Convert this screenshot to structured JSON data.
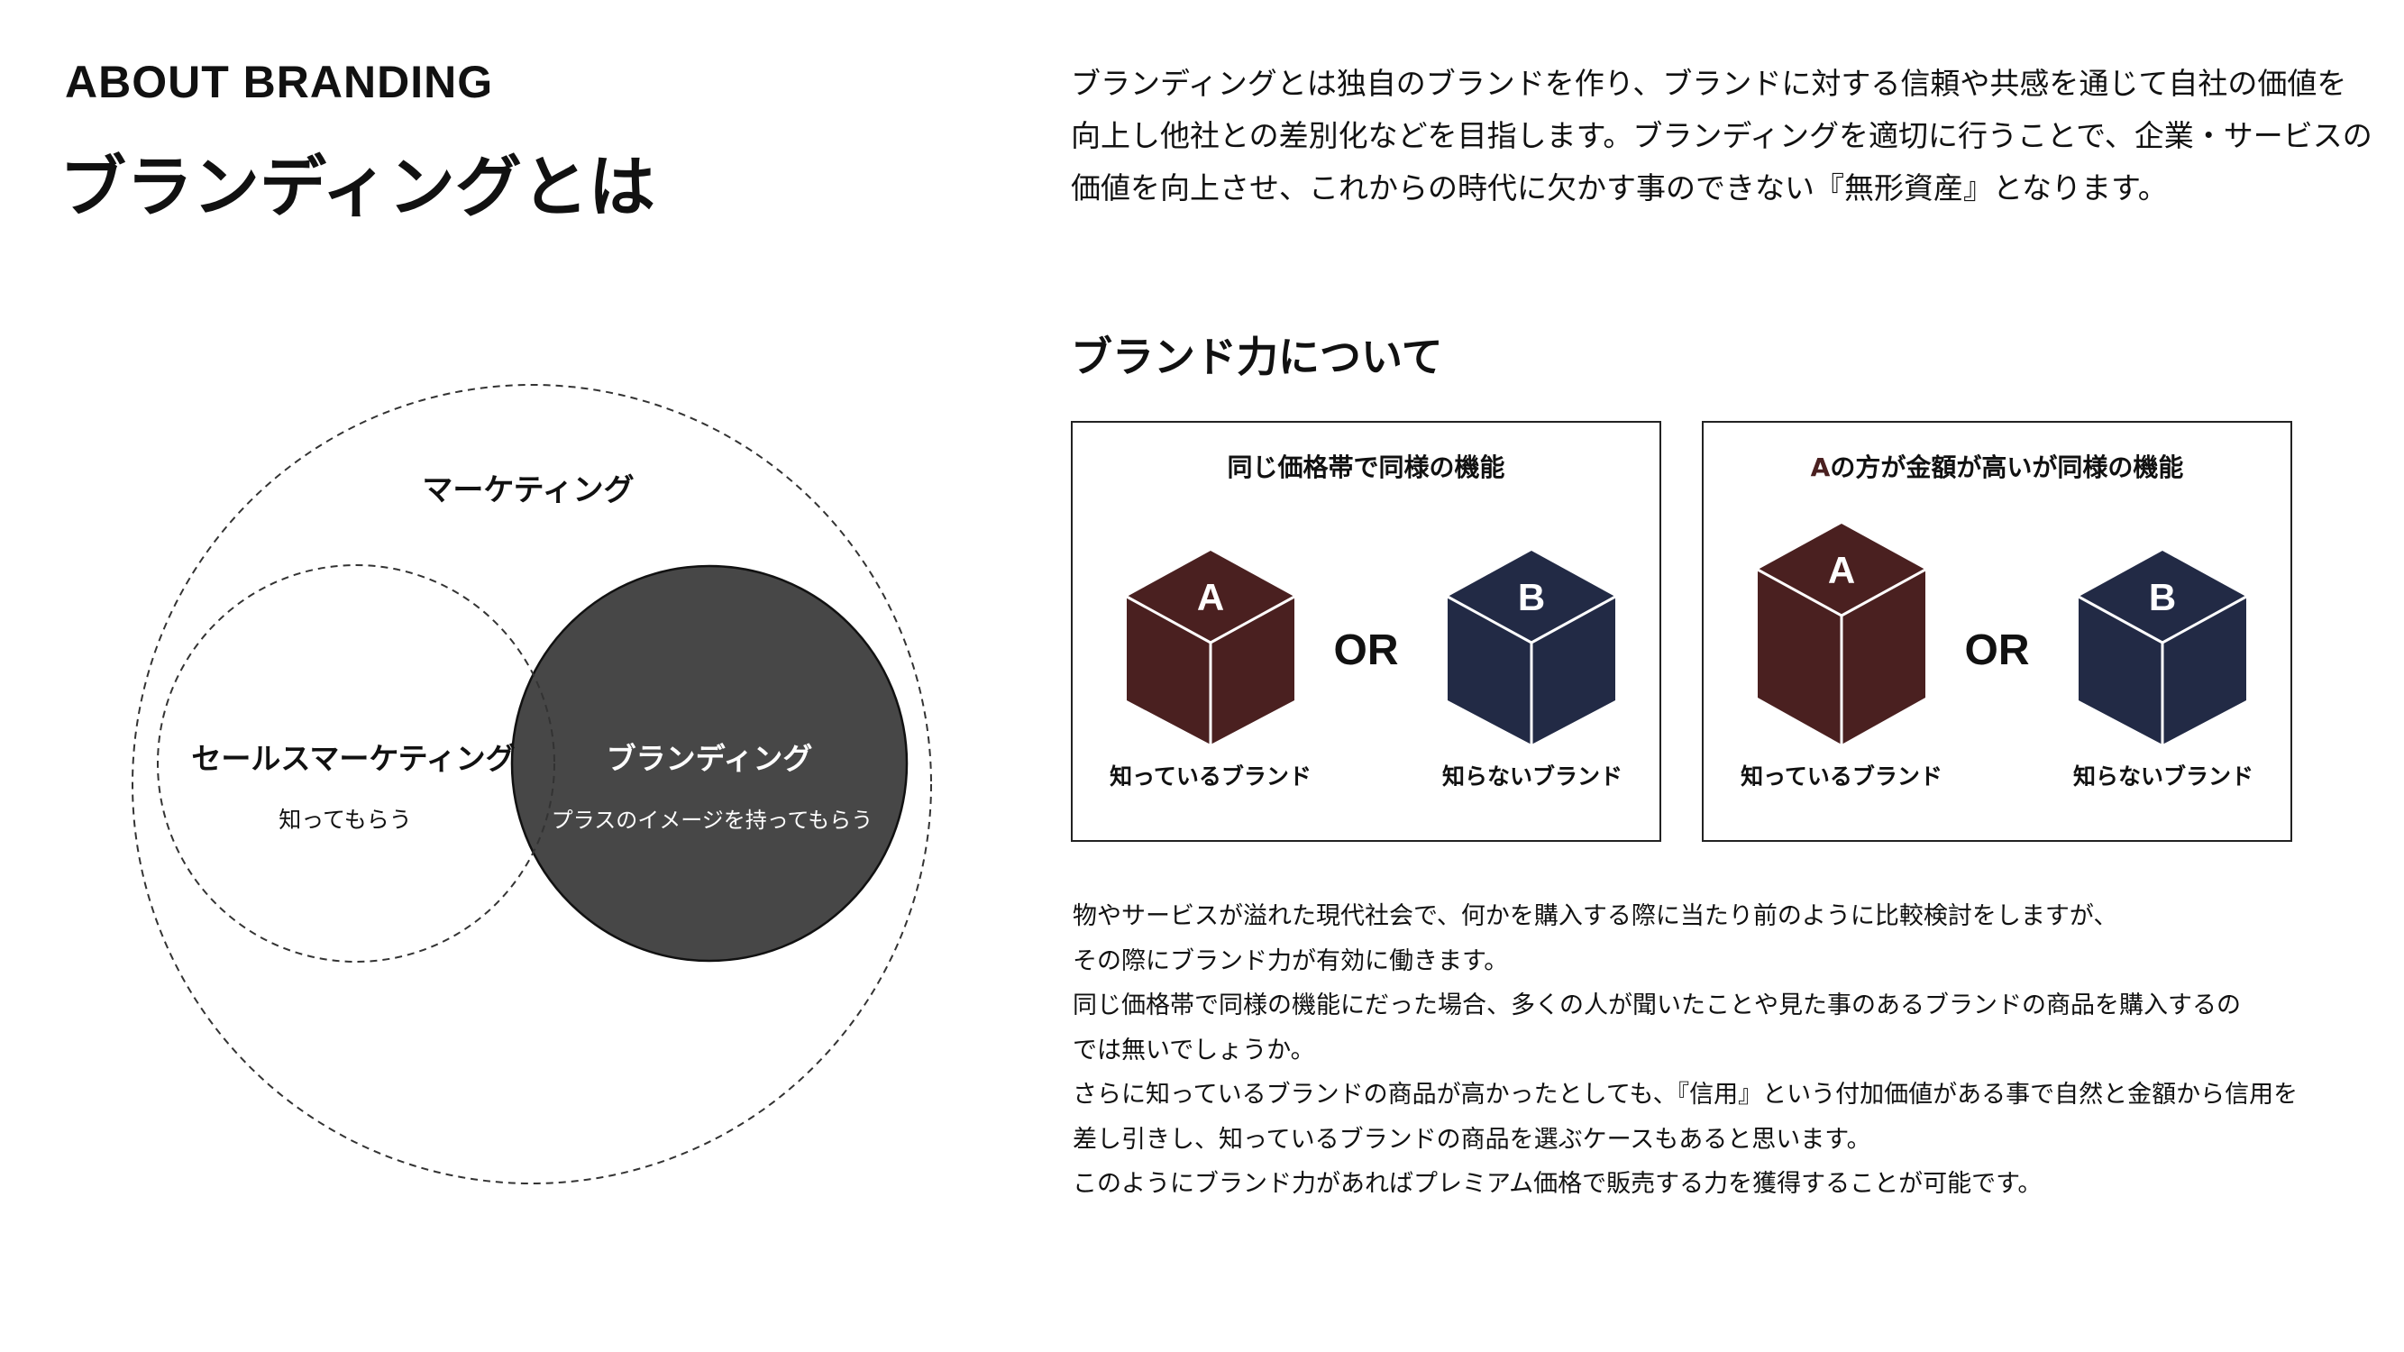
{
  "header": {
    "title_en": "ABOUT BRANDING",
    "title_jp": "ブランディングとは"
  },
  "intro_lines": [
    "ブランディングとは独自のブランドを作り、ブランドに対する信頼や共感を通じて自社の価値を",
    "向上し他社との差別化などを目指します。ブランディングを適切に行うことで、企業・サービスの",
    "価値を向上させ、これからの時代に欠かす事のできない『無形資産』となります。"
  ],
  "venn": {
    "outer_label": "マーケティング",
    "left_label": "セールスマーケティング",
    "left_sub": "知ってもらう",
    "right_label": "ブランディング",
    "right_sub": "プラスのイメージを持ってもらう",
    "colors": {
      "filled_circle": "#474747",
      "stroke": "#333333"
    }
  },
  "brand_power": {
    "heading": "ブランド力について",
    "boxes": [
      {
        "title_accent": "",
        "title": "同じ価格帯で同様の機能",
        "cube_a_letter": "A",
        "cube_b_letter": "B",
        "or_label": "OR",
        "caption_a": "知っているブランド",
        "caption_b": "知らないブランド"
      },
      {
        "title_accent": "A",
        "title": "の方が金額が高いが同様の機能",
        "cube_a_letter": "A",
        "cube_b_letter": "B",
        "or_label": "OR",
        "caption_a": "知っているブランド",
        "caption_b": "知らないブランド"
      }
    ],
    "colors": {
      "cube_a": "#4a2020",
      "cube_b": "#222a45",
      "cube_edge": "#ffffff"
    }
  },
  "body_lines": [
    "物やサービスが溢れた現代社会で、何かを購入する際に当たり前のように比較検討をしますが、",
    "その際にブランド力が有効に働きます。",
    "同じ価格帯で同様の機能にだった場合、多くの人が聞いたことや見た事のあるブランドの商品を購入するの",
    "では無いでしょうか。",
    "さらに知っているブランドの商品が高かったとしても、『信用』という付加価値がある事で自然と金額から信用を",
    "差し引きし、知っているブランドの商品を選ぶケースもあると思います。",
    "このようにブランド力があればプレミアム価格で販売する力を獲得することが可能です。"
  ]
}
